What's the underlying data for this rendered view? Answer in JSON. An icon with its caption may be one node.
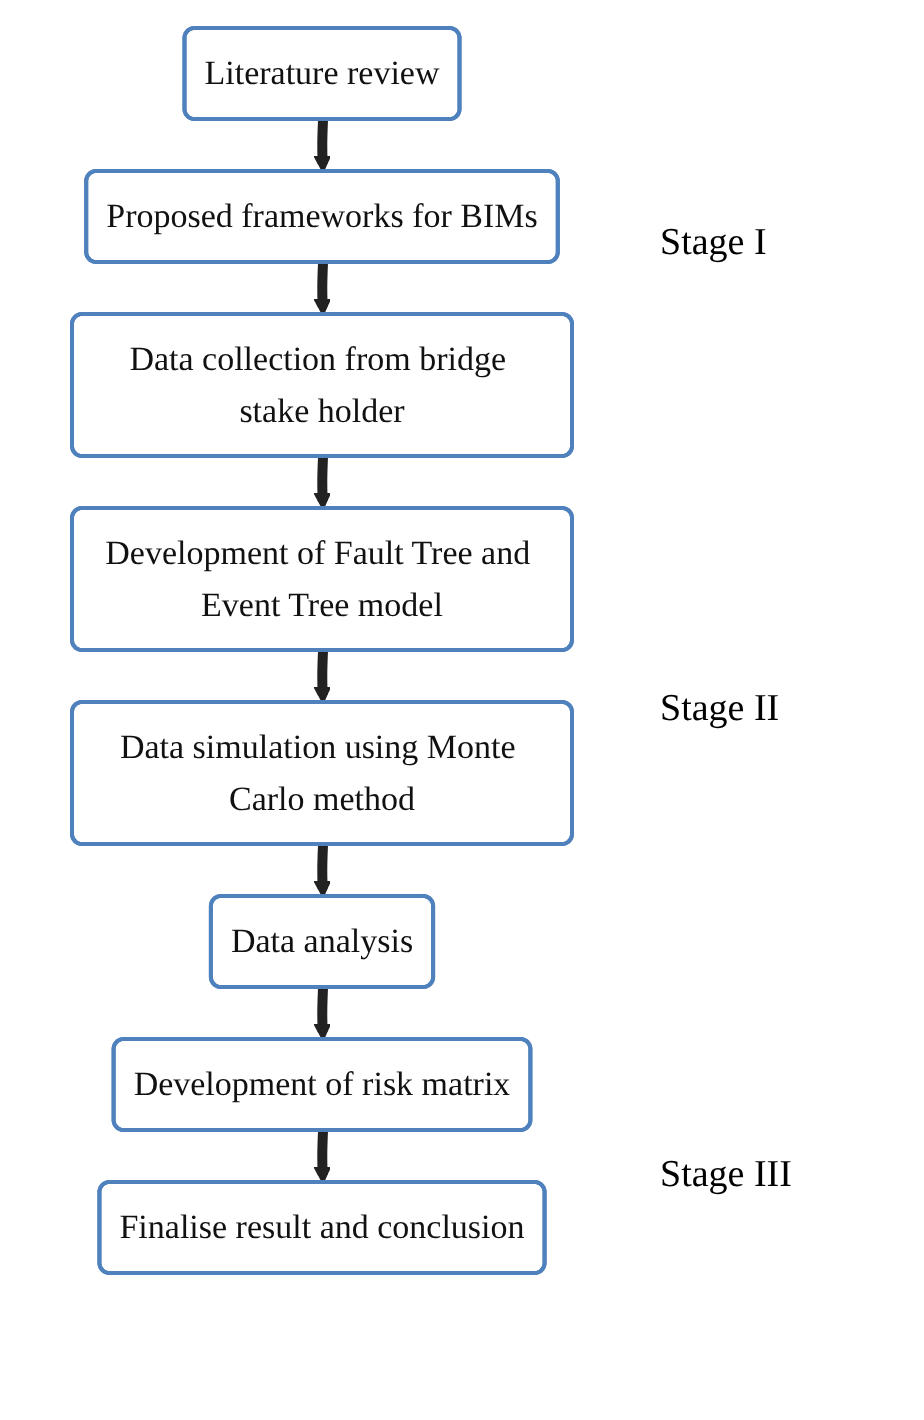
{
  "diagram": {
    "nodes": [
      {
        "text": [
          "Literature review"
        ]
      },
      {
        "text": [
          "Proposed frameworks for BIMs"
        ]
      },
      {
        "text": [
          "Data collection from bridge stake holder"
        ]
      },
      {
        "text": [
          "Development of Fault Tree and Event Tree model"
        ]
      },
      {
        "text": [
          "Data simulation using Monte Carlo method"
        ]
      },
      {
        "text": [
          "Data analysis"
        ]
      },
      {
        "text": [
          "Development of risk matrix"
        ]
      },
      {
        "text": [
          "Finalise result and conclusion"
        ]
      }
    ],
    "edges": [
      {
        "from": 0,
        "to": 1,
        "arrow": "to"
      },
      {
        "from": 1,
        "to": 2,
        "arrow": "to"
      },
      {
        "from": 2,
        "to": 3,
        "arrow": "to"
      },
      {
        "from": 3,
        "to": 4,
        "arrow": "to"
      },
      {
        "from": 4,
        "to": 5,
        "arrow": "to"
      },
      {
        "from": 5,
        "to": 6,
        "arrow": "to"
      },
      {
        "from": 6,
        "to": 7,
        "arrow": "to"
      }
    ],
    "labels": [
      "Stage I",
      "Stage II",
      "Stage III"
    ]
  }
}
